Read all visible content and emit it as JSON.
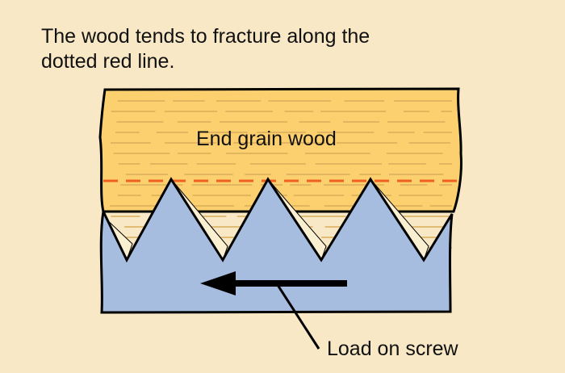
{
  "caption": {
    "line1": "The wood tends to fracture along the",
    "line2": "dotted red line."
  },
  "labels": {
    "wood": "End grain wood",
    "load": "Load on screw"
  },
  "colors": {
    "background": "#f8e8c6",
    "wood": "#fcd06e",
    "grain": "#d9ad5a",
    "screw": "#a7bde0",
    "fracture_line": "#f06020",
    "gap": "#fbefd2",
    "outline": "#000000"
  },
  "elements": {
    "wood_block": "End grain wood block",
    "screw_thread": "Screw thread profile with 3 crests",
    "fracture_line": "Dashed red fracture line",
    "load_arrow": "Arrow pointing left"
  }
}
